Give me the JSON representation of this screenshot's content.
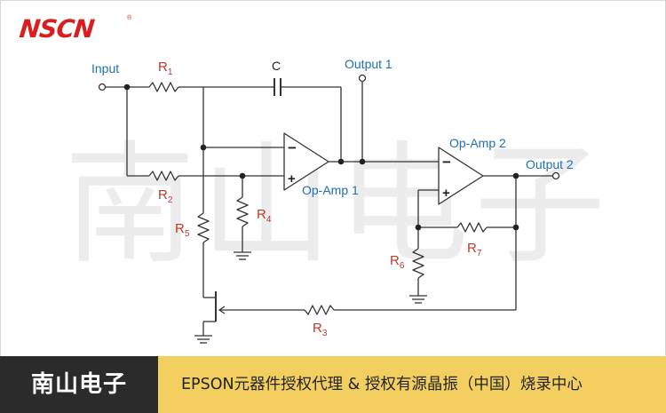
{
  "logo": {
    "text": "NSCN",
    "mark": "®"
  },
  "watermark": {
    "text": "南山电子"
  },
  "diagram": {
    "labels": {
      "input": "Input",
      "output1": "Output 1",
      "output2": "Output 2",
      "opamp1": "Op-Amp 1",
      "opamp2": "Op-Amp 2",
      "capacitor": "C",
      "minus": "−",
      "plus": "+"
    },
    "resistors": [
      {
        "id": "R1",
        "letter": "R",
        "sub": "1"
      },
      {
        "id": "R2",
        "letter": "R",
        "sub": "2"
      },
      {
        "id": "R3",
        "letter": "R",
        "sub": "3"
      },
      {
        "id": "R4",
        "letter": "R",
        "sub": "4"
      },
      {
        "id": "R5",
        "letter": "R",
        "sub": "5"
      },
      {
        "id": "R6",
        "letter": "R",
        "sub": "6"
      },
      {
        "id": "R7",
        "letter": "R",
        "sub": "7"
      }
    ]
  },
  "footer": {
    "brand": "南山电子",
    "tagline": "EPSON元器件授权代理 & 授权有源晶振（中国）烧录中心"
  },
  "colors": {
    "brand_red": "#d81e1e",
    "wire": "#333333",
    "label_blue": "#1e6fb8",
    "label_red": "#c0392b",
    "watermark": "#ececec",
    "footer_dark": "#2b2b2b",
    "footer_yellow": "#f3cf5f"
  }
}
